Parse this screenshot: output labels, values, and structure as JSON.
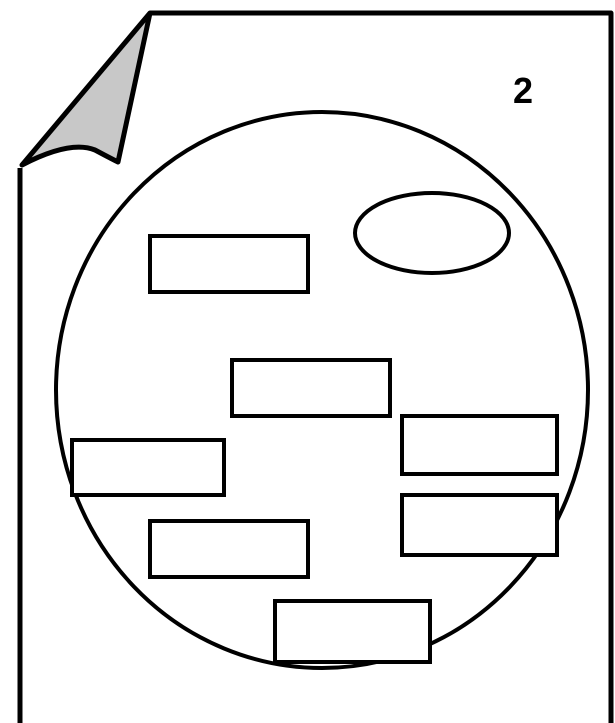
{
  "page": {
    "number": "2",
    "folded_corner_color": "#c8c8c8",
    "stroke_color": "#000000",
    "background_color": "#ffffff"
  },
  "diagram": {
    "shapes": [
      {
        "kind": "circle",
        "name": "large-circle"
      },
      {
        "kind": "ellipse",
        "name": "small-oval"
      },
      {
        "kind": "rectangle",
        "name": "rect-1"
      },
      {
        "kind": "rectangle",
        "name": "rect-2"
      },
      {
        "kind": "rectangle",
        "name": "rect-3"
      },
      {
        "kind": "rectangle",
        "name": "rect-4"
      },
      {
        "kind": "rectangle",
        "name": "rect-5"
      },
      {
        "kind": "rectangle",
        "name": "rect-6"
      },
      {
        "kind": "rectangle",
        "name": "rect-7"
      }
    ]
  }
}
